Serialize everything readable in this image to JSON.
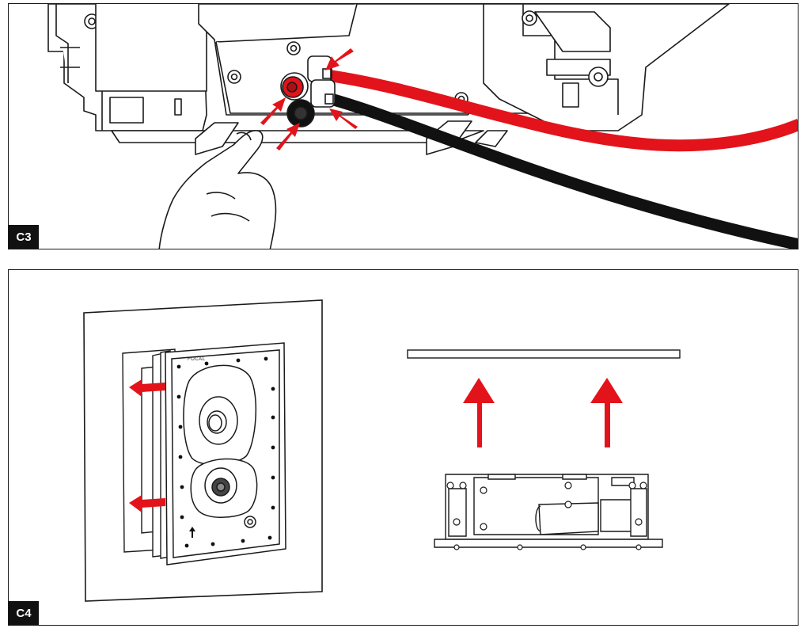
{
  "steps": {
    "c3": {
      "label": "C3"
    },
    "c4": {
      "label": "C4"
    }
  },
  "speaker": {
    "brand": "FOCAL"
  },
  "colors": {
    "accent": "#e3131b",
    "ink": "#1a1a1a",
    "cable_black": "#111111"
  },
  "icons": [
    "arrow-icon",
    "focal-logo-icon"
  ]
}
